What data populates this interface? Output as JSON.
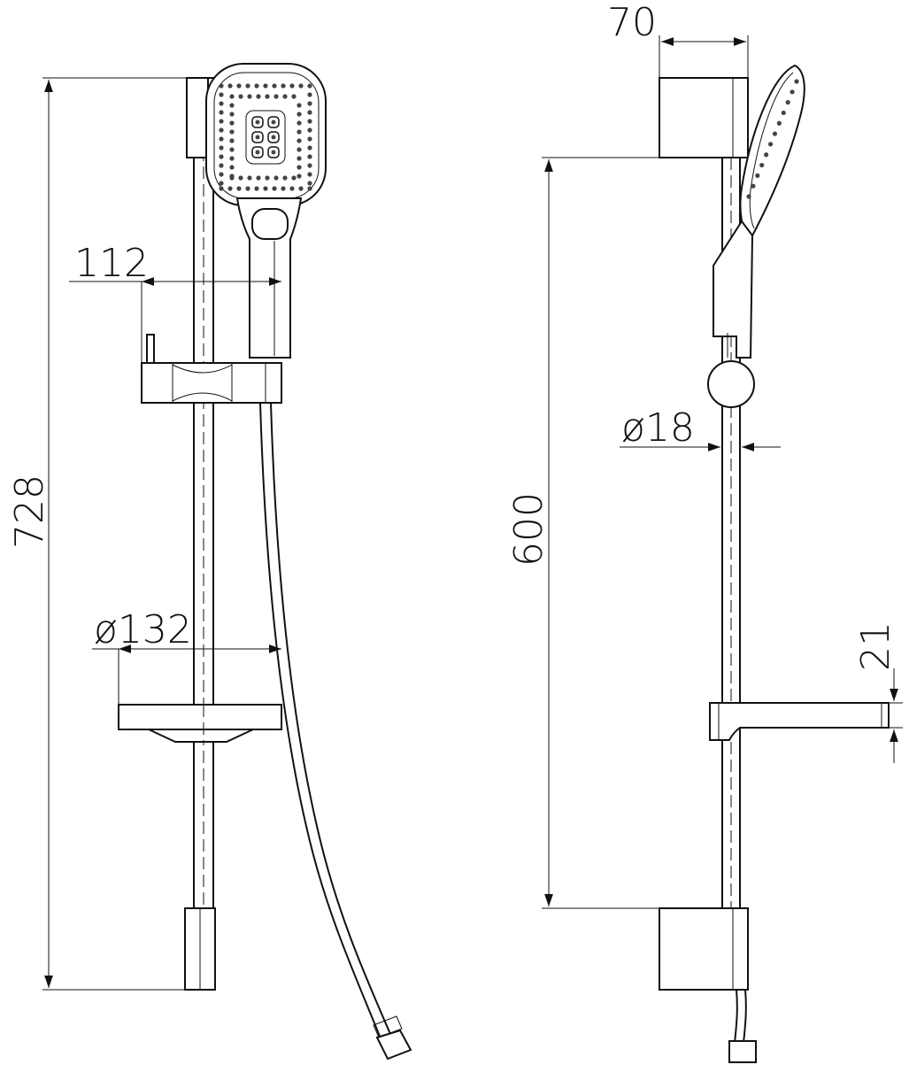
{
  "dimensions": {
    "total_height": "728",
    "head_offset": "112",
    "dish_diameter": "ø132",
    "holder_width": "70",
    "rail_length": "600",
    "rail_diameter": "ø18",
    "dish_thickness": "21"
  },
  "colors": {
    "ink": "#111111",
    "background": "#ffffff"
  }
}
